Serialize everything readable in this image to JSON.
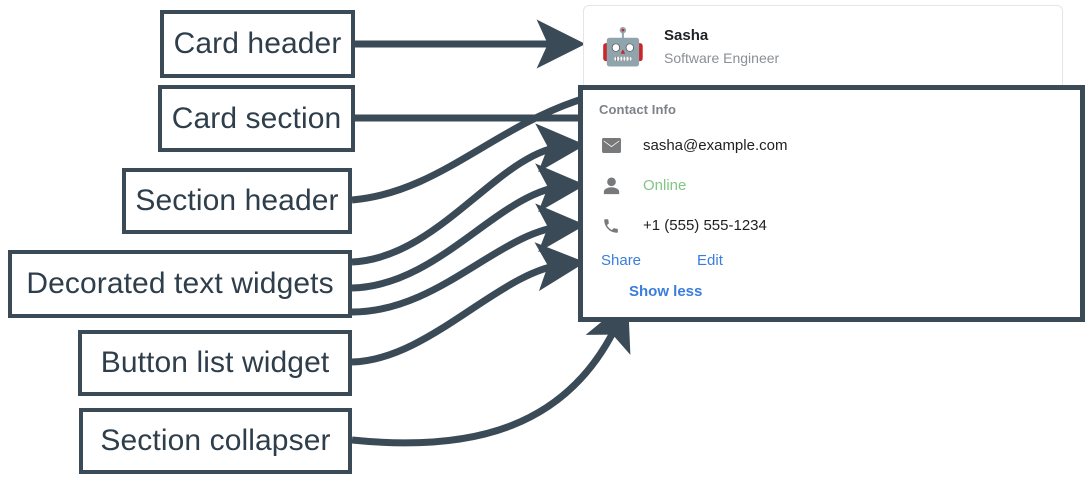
{
  "annotations": [
    {
      "id": "card-header",
      "label": "Card header"
    },
    {
      "id": "card-section",
      "label": "Card section"
    },
    {
      "id": "section-header",
      "label": "Section header"
    },
    {
      "id": "decorated",
      "label": "Decorated text widgets"
    },
    {
      "id": "button-list",
      "label": "Button list widget"
    },
    {
      "id": "collapser",
      "label": "Section collapser"
    }
  ],
  "card": {
    "header": {
      "avatar_icon": "robot-avatar-icon",
      "avatar_glyph": "🤖",
      "title": "Sasha",
      "subtitle": "Software Engineer"
    },
    "section": {
      "header": "Contact Info",
      "rows": [
        {
          "icon": "email-icon",
          "text": "sasha@example.com",
          "style": "normal"
        },
        {
          "icon": "person-icon",
          "text": "Online",
          "style": "status"
        },
        {
          "icon": "phone-icon",
          "text": "+1 (555) 555-1234",
          "style": "normal"
        }
      ],
      "buttons": [
        {
          "id": "share",
          "label": "Share"
        },
        {
          "id": "edit",
          "label": "Edit"
        }
      ],
      "collapser": {
        "label": "Show less"
      }
    }
  },
  "colors": {
    "annotation_stroke": "#3a4a57",
    "annotation_text": "#2f3e4b",
    "link_blue": "#3b7ddd",
    "status_green": "#81c784",
    "muted_gray": "#8a8f94",
    "icon_gray": "#78797a",
    "card_border": "#e3e5e8"
  }
}
